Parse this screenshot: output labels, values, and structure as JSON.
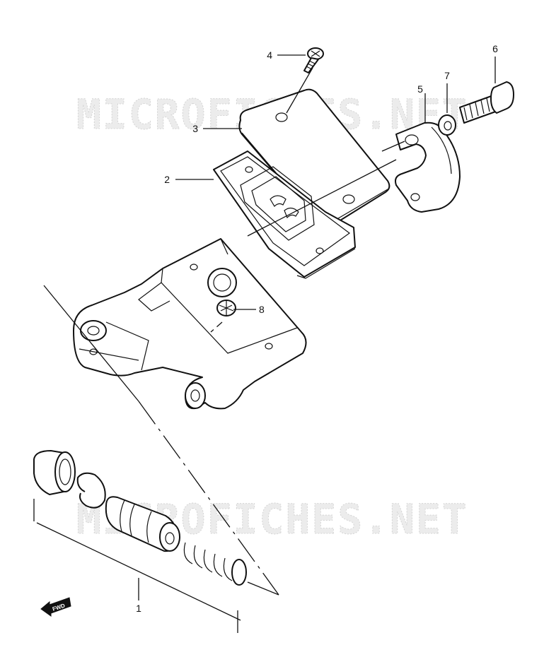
{
  "watermark": {
    "text_top": "MICROFICHES.NET",
    "text_bottom": "MICROFICHES.NET",
    "color_fill": "#ececec"
  },
  "callouts": [
    {
      "id": "1",
      "label": "1"
    },
    {
      "id": "2",
      "label": "2"
    },
    {
      "id": "3",
      "label": "3"
    },
    {
      "id": "4",
      "label": "4"
    },
    {
      "id": "5",
      "label": "5"
    },
    {
      "id": "6",
      "label": "6"
    },
    {
      "id": "7",
      "label": "7"
    },
    {
      "id": "8",
      "label": "8"
    }
  ],
  "fwd_badge": {
    "label": "FWD",
    "icon": "forward-arrow-icon"
  }
}
